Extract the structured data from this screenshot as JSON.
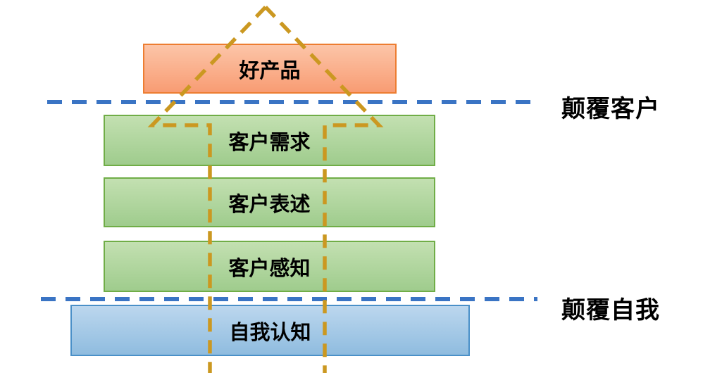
{
  "diagram": {
    "title_hint": "layered-disruption-pyramid",
    "top_box": {
      "label": "好产品"
    },
    "layers": [
      {
        "label": "客户需求"
      },
      {
        "label": "客户表述"
      },
      {
        "label": "客户感知"
      }
    ],
    "bottom_box": {
      "label": "自我认知"
    },
    "dividers": [
      {
        "label": "颠覆客户"
      },
      {
        "label": "颠覆自我"
      }
    ],
    "icons": {
      "up_arrow": "dashed-up-arrow-icon"
    },
    "colors": {
      "top_box_fill_top": "#FCC5A8",
      "top_box_fill_bottom": "#F89C73",
      "top_box_border": "#ED7D31",
      "layer_fill_top": "#C3E0B1",
      "layer_fill_bottom": "#9FCC8D",
      "layer_border": "#70AD47",
      "bottom_box_fill_top": "#BCD7EE",
      "bottom_box_fill_bottom": "#8FBCDF",
      "bottom_box_border": "#4A90C8",
      "divider_line": "#3A74C4",
      "arrow_line": "#CB9821",
      "text": "#000000",
      "background": "#FFFFFF"
    }
  }
}
